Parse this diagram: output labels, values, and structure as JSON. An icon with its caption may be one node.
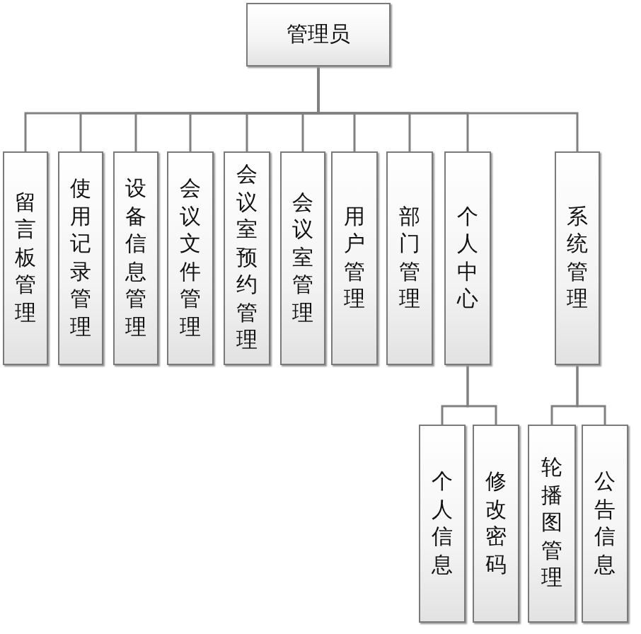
{
  "diagram": {
    "nodes": [
      {
        "text": [
          "管理员"
        ]
      },
      {
        "text": [
          "留言板管理"
        ]
      },
      {
        "text": [
          "使用记录管理"
        ]
      },
      {
        "text": [
          "设备信息管理"
        ]
      },
      {
        "text": [
          "会议文件管理"
        ]
      },
      {
        "text": [
          "会议室预约管理"
        ]
      },
      {
        "text": [
          "会议室管理"
        ]
      },
      {
        "text": [
          "用户管理"
        ]
      },
      {
        "text": [
          "部门管理"
        ]
      },
      {
        "text": [
          "个人中心"
        ]
      },
      {
        "text": [
          "系统管理"
        ]
      },
      {
        "text": [
          "个人信息"
        ]
      },
      {
        "text": [
          "修改密码"
        ]
      },
      {
        "text": [
          "轮播图管理"
        ]
      },
      {
        "text": [
          "公告信息"
        ]
      }
    ],
    "edges": [
      {
        "from": 0,
        "to": 1,
        "arrow": "none"
      },
      {
        "from": 0,
        "to": 2,
        "arrow": "none"
      },
      {
        "from": 0,
        "to": 3,
        "arrow": "none"
      },
      {
        "from": 0,
        "to": 4,
        "arrow": "none"
      },
      {
        "from": 0,
        "to": 5,
        "arrow": "none"
      },
      {
        "from": 0,
        "to": 6,
        "arrow": "none"
      },
      {
        "from": 0,
        "to": 7,
        "arrow": "none"
      },
      {
        "from": 0,
        "to": 8,
        "arrow": "none"
      },
      {
        "from": 0,
        "to": 9,
        "arrow": "none"
      },
      {
        "from": 0,
        "to": 10,
        "arrow": "none"
      },
      {
        "from": 9,
        "to": 11,
        "arrow": "none"
      },
      {
        "from": 9,
        "to": 12,
        "arrow": "none"
      },
      {
        "from": 10,
        "to": 13,
        "arrow": "none"
      },
      {
        "from": 10,
        "to": 14,
        "arrow": "none"
      }
    ]
  }
}
